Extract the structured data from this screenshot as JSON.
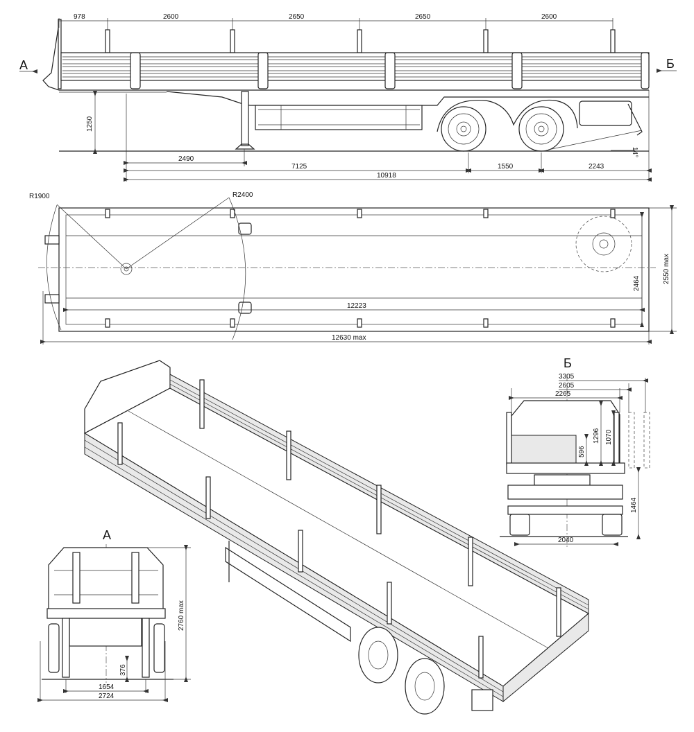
{
  "side_view": {
    "stake_spacing": [
      "978",
      "2600",
      "2650",
      "2650",
      "2600"
    ],
    "view_arrow_front": "А",
    "view_arrow_rear": "Б",
    "deck_height": "1250",
    "kingpin_to_leg": "2490",
    "kingpin_to_axle1": "7125",
    "axle_spacing": "1550",
    "rear_overhang": "2243",
    "kingpin_to_rear": "10918",
    "departure_angle": "14°"
  },
  "top_view": {
    "front_radius": "R1900",
    "swing_radius": "R2400",
    "inner_length": "12223",
    "inner_width": "2464",
    "overall_width": "2550 max",
    "overall_length": "12630 max"
  },
  "rear_view": {
    "title": "Б",
    "width_1": "3305",
    "width_2": "2605",
    "width_3": "2265",
    "side_height": "596",
    "stake_height_1": "1296",
    "stake_height_2": "1070",
    "floor_height": "1464",
    "track": "2040"
  },
  "front_view": {
    "title": "А",
    "overall_height": "2760 max",
    "leg_clearance": "376",
    "leg_spacing": "1654",
    "overall_width": "2724"
  }
}
